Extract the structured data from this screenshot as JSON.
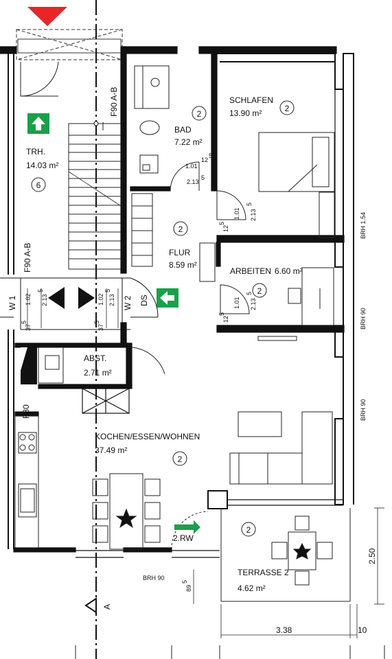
{
  "rooms": {
    "trh": {
      "name": "TRH.",
      "area": "14.03 m²",
      "circle": "6"
    },
    "bad": {
      "name": "BAD",
      "area": "7.22 m²",
      "circle": "2"
    },
    "schlafen": {
      "name": "SCHLAFEN",
      "area": "13.90 m²",
      "circle": "2"
    },
    "flur": {
      "name": "FLUR",
      "area": "8.59 m²",
      "circle": "2"
    },
    "arbeiten": {
      "name": "ARBEITEN",
      "area": "6.60 m²",
      "circle": "2"
    },
    "abst": {
      "name": "ABST.",
      "area": "2.71 m²"
    },
    "kochen": {
      "name": "KOCHEN/ESSEN/WOHNEN",
      "area": "37.49 m²",
      "circle": "2"
    },
    "terrasse": {
      "name": "TERRASSE 2",
      "area": "4.62 m²",
      "circle": "2"
    }
  },
  "labels": {
    "f90_top": "F90 A-B",
    "f90_left": "F90 A-B",
    "f30": "F30",
    "w1": "W 1",
    "w2": "W 2",
    "ds": "DS",
    "section": "A",
    "rw": "2.RW",
    "brh_154": "BRH 1.54",
    "brh_90_a": "BRH 90",
    "brh_90_b": "BRH 90",
    "brh_90_bottom": "BRH 90"
  },
  "dims": {
    "bad_door_w": "1.01",
    "bad_door_h": "2.13",
    "bad_door_h_sup": "5",
    "bad_12": "12",
    "bad_12_sup": "5",
    "schl_w": "1.01",
    "schl_h": "2.13",
    "schl_h_sup": "5",
    "schl_12": "12",
    "schl_12_sup": "5",
    "arb_w": "1.01",
    "arb_h": "2.13",
    "arb_h_sup": "5",
    "arb_12": "12",
    "arb_12_sup": "5",
    "w1_102": "1.02",
    "w1_213": "2.13",
    "w1_213_sup": "5",
    "w1_37": "37",
    "w1_37_sup": "5",
    "w2_102": "1.02",
    "w2_213": "2.13",
    "w2_213_sup": "5",
    "w2_37": "37",
    "w2_37_sup": "5",
    "terr_250": "2.50",
    "terr_338": "3.38",
    "terr_10": "10",
    "brh_89": "89",
    "brh_89_sup": "5"
  },
  "colors": {
    "wall": "#111111",
    "exit_sign": "#1aa04a",
    "marker": "#e8262a"
  }
}
